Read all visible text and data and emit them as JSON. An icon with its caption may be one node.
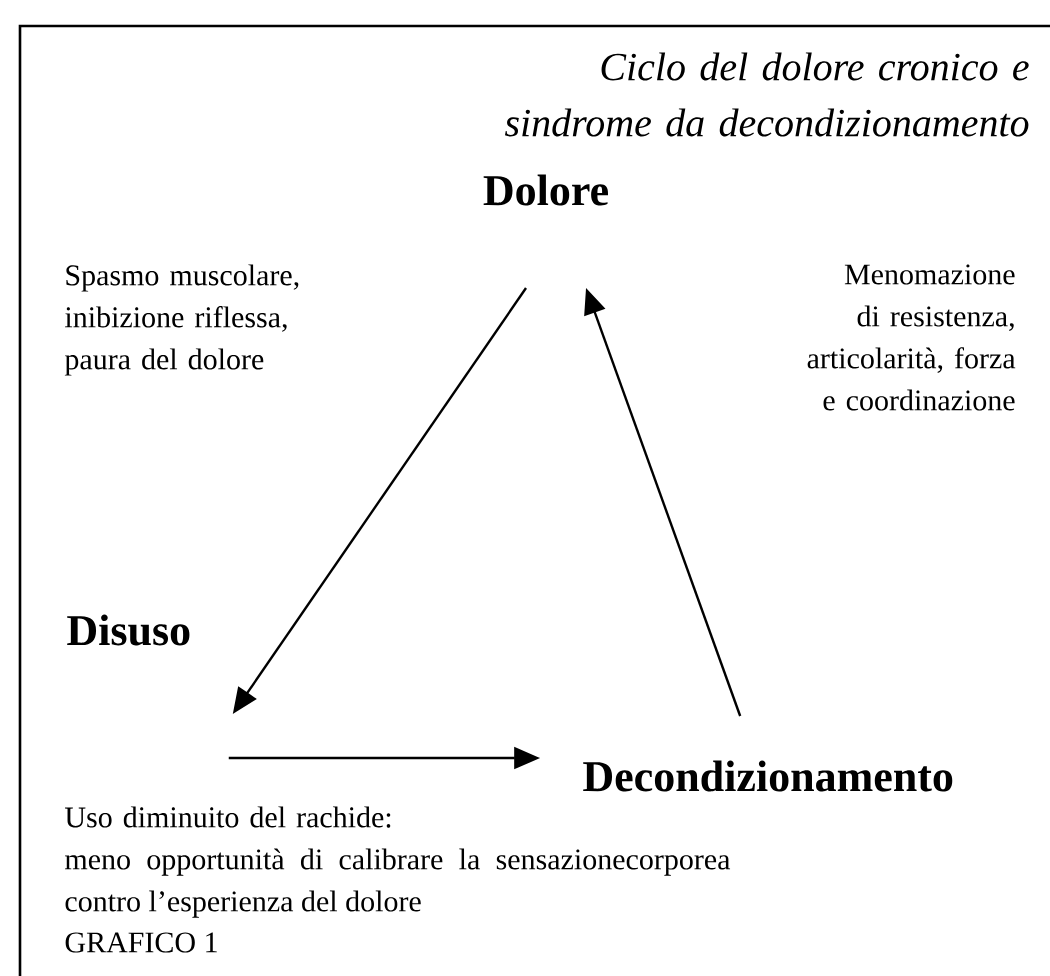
{
  "diagram": {
    "title": "Ciclo del dolore cronico e sindrome da decondizionamento",
    "caption": "GRAFICO 1",
    "nodes": [
      {
        "text": [
          "Dolore"
        ]
      },
      {
        "text": [
          "Disuso"
        ]
      },
      {
        "text": [
          "Decondizionamento"
        ]
      }
    ],
    "edges": [
      {
        "from": 0,
        "to": 1,
        "arrow": "to"
      },
      {
        "from": 1,
        "to": 2,
        "arrow": "to"
      },
      {
        "from": 2,
        "to": 0,
        "arrow": "to"
      }
    ],
    "labels": [
      "Spasmo muscolare, inibizione riflessa, paura del dolore",
      "Menomazione di resistenza, articolarità, forza e coordinazione",
      "Uso diminuito del rachide:",
      "meno opportunità di calibrare la sensazionecorporea contro l’esperienza del dolore"
    ]
  }
}
